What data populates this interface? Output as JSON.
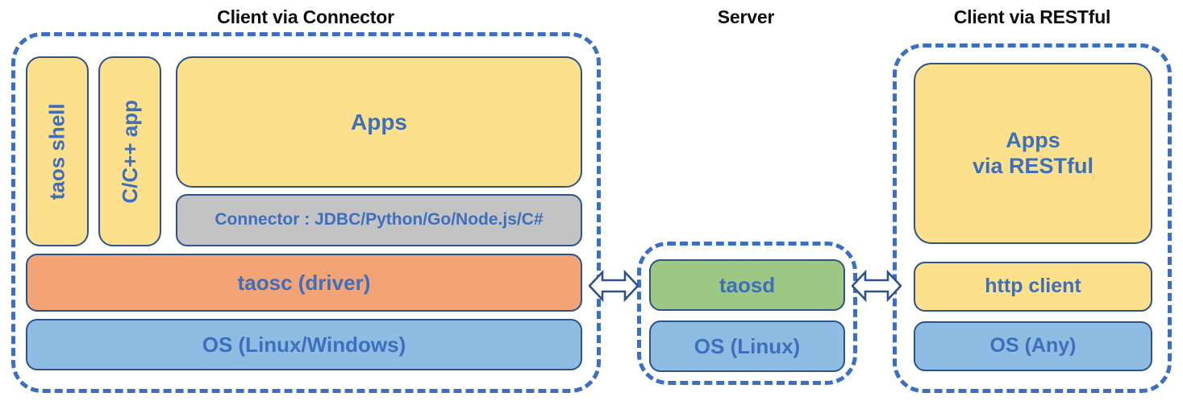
{
  "diagram": {
    "sections": [
      {
        "id": "client-connector",
        "title": "Client via Connector"
      },
      {
        "id": "server",
        "title": "Server"
      },
      {
        "id": "client-restful",
        "title": "Client via RESTful"
      }
    ],
    "client_connector": {
      "taos_shell": "taos shell",
      "cpp_app": "C/C++ app",
      "apps": "Apps",
      "connector": "Connector : JDBC/Python/Go/Node.js/C#",
      "taosc": "taosc (driver)",
      "os": "OS (Linux/Windows)"
    },
    "server": {
      "taosd": "taosd",
      "os": "OS (Linux)"
    },
    "client_restful": {
      "apps": "Apps\nvia RESTful",
      "apps_line1": "Apps",
      "apps_line2": "via RESTful",
      "http_client": "http client",
      "os": "OS (Any)"
    },
    "connectors": [
      {
        "name": "taosc-to-taosd",
        "type": "double-headed-arrow"
      },
      {
        "name": "taosd-to-http-client",
        "type": "double-headed-arrow"
      }
    ],
    "colors": {
      "dashed_border": "#3a6fc4",
      "block_border": "#2e5289",
      "text_blue": "#3e6fbd",
      "title_black": "#0d0d0d",
      "yellow": "#fce08b",
      "gray": "#c3c3c3",
      "orange": "#f2a477",
      "blue": "#8fbce3",
      "green": "#9cc884",
      "background": "#ffffff"
    }
  }
}
